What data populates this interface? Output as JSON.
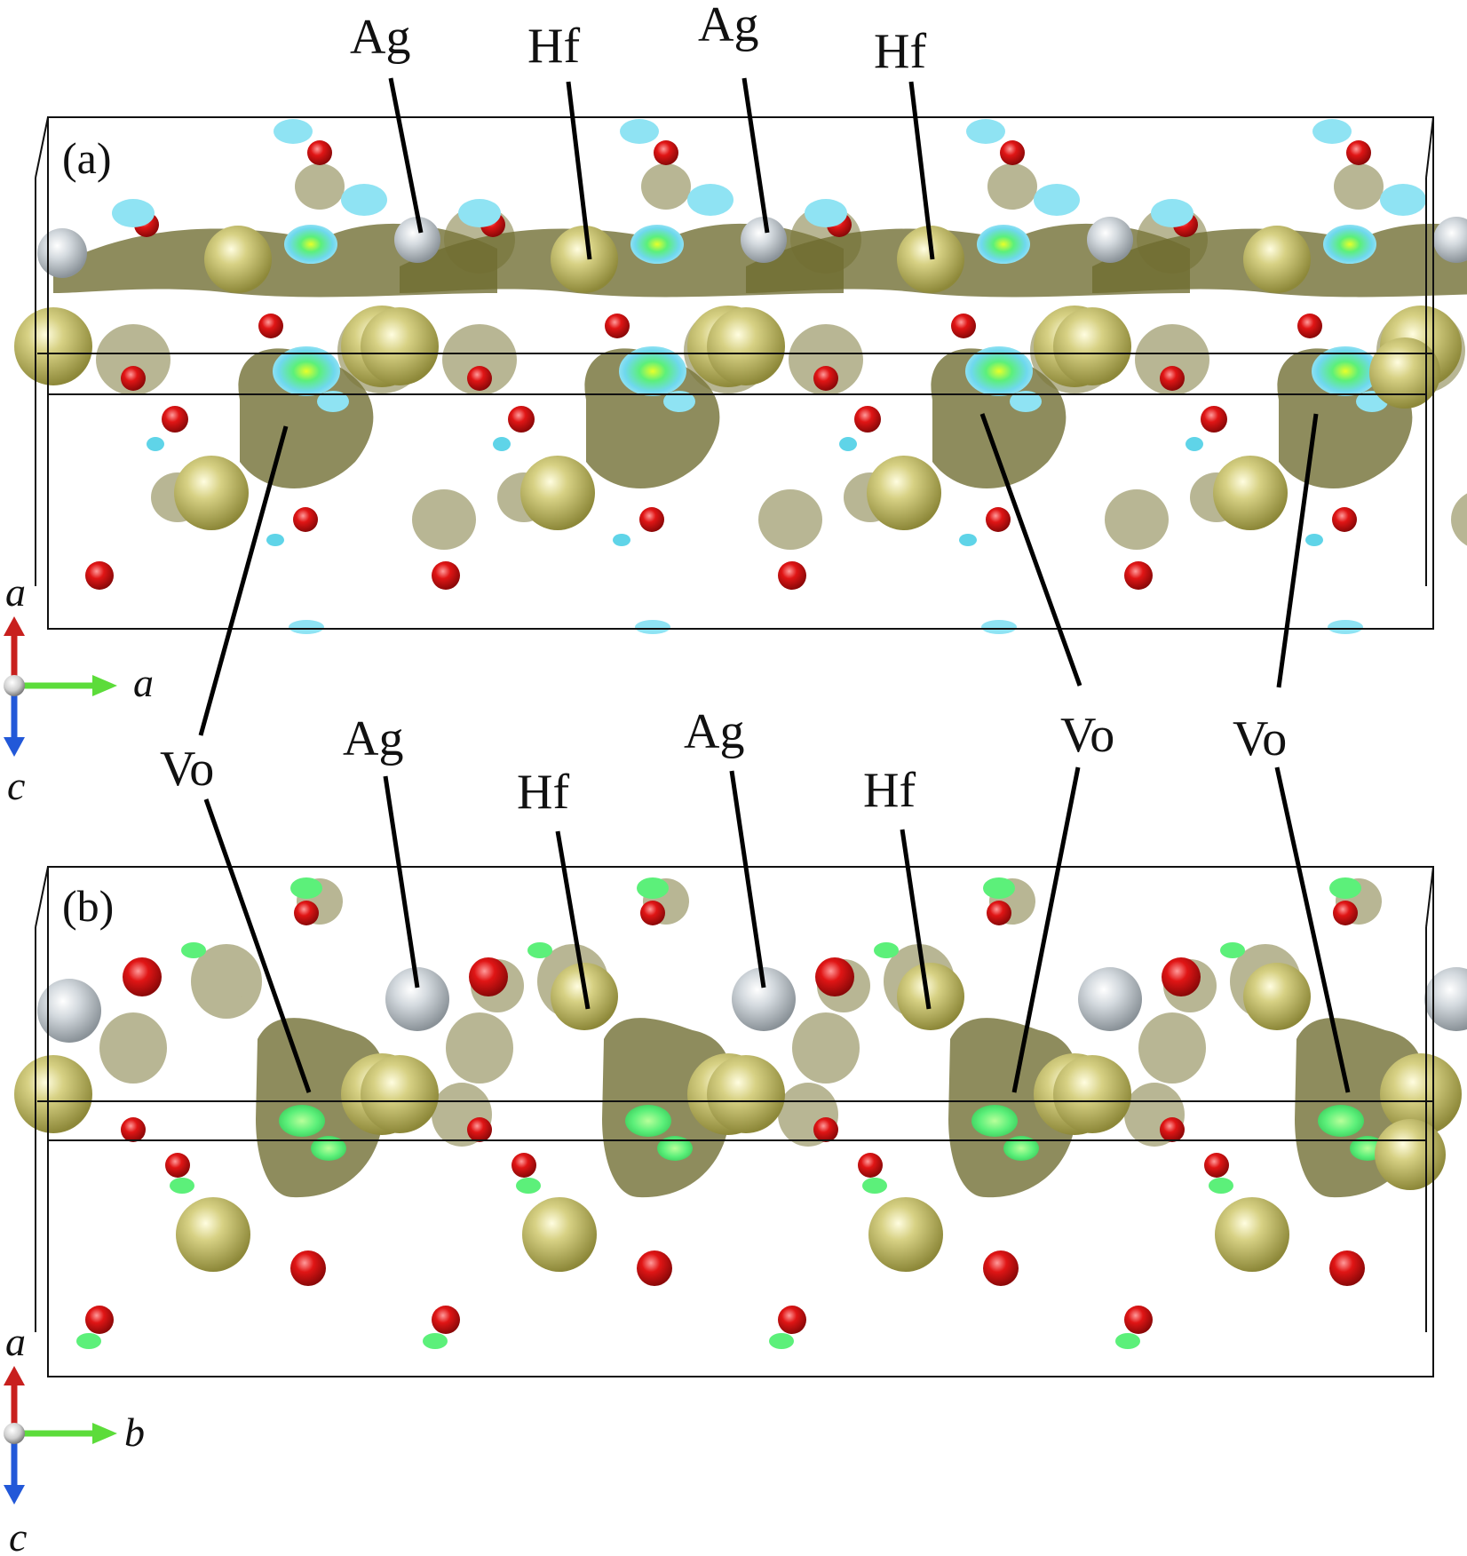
{
  "panels": [
    {
      "label": "(a)",
      "axis_labels": {
        "up": "a",
        "right": "a",
        "down": "c"
      }
    },
    {
      "label": "(b)",
      "axis_labels": {
        "up": "a",
        "right": "b",
        "down": "c"
      }
    }
  ],
  "atom_labels": {
    "ag": "Ag",
    "hf": "Hf",
    "vo": "Vo"
  },
  "colors": {
    "isosurface": "#7d7a3c",
    "hf_atom": "#c9c46a",
    "ag_atom": "#c8cfd6",
    "o_atom": "#e01515",
    "cyan_section": "#5fd4e8",
    "green_section": "#5cf07a",
    "axis_a": "#c8201e",
    "axis_b": "#5cdc3a",
    "axis_c": "#2258d8"
  }
}
